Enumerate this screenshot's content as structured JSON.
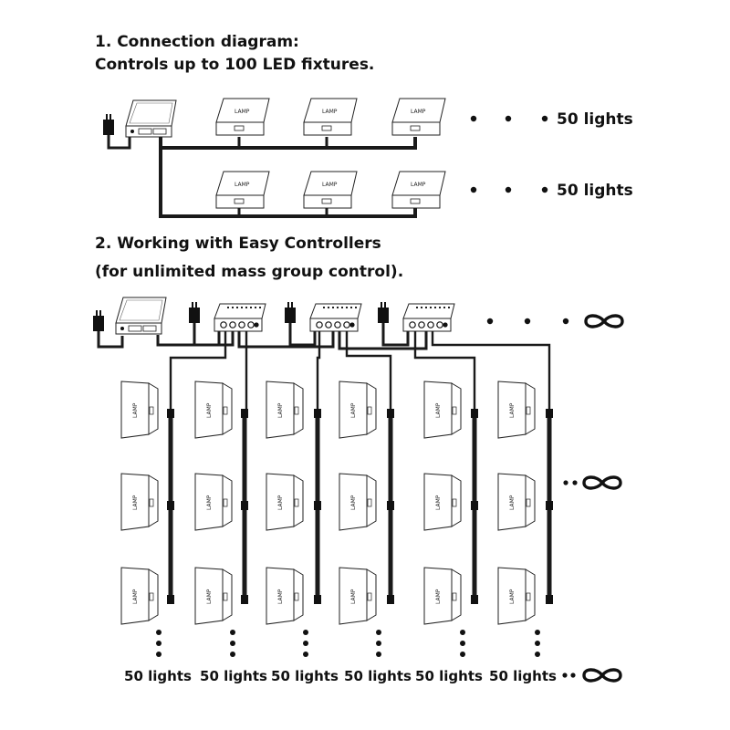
{
  "section1": {
    "title": "1. Connection diagram:",
    "subtitle": "Controls up to 100 LED fixtures.",
    "lamp_label": "LAMP",
    "row_counts": [
      "50 lights",
      "50 lights"
    ]
  },
  "section2": {
    "title": "2.  Working with Easy Controllers",
    "subtitle": "(for unlimited mass group control).",
    "lamp_label": "LAMP",
    "column_counts": [
      "50 lights",
      "50 lights",
      "50 lights",
      "50 lights",
      "50 lights",
      "50 lights"
    ]
  }
}
